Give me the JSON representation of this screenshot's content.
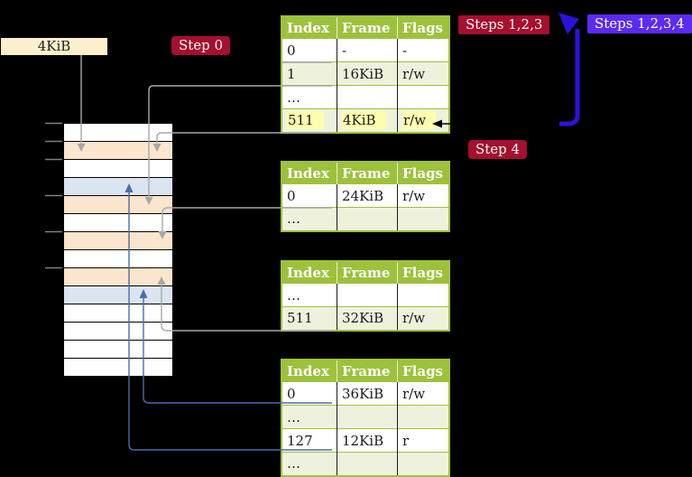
{
  "labels": {
    "page_size": "4KiB",
    "step0": "Step 0",
    "steps123": "Steps 1,2,3",
    "steps1234": "Steps 1,2,3,4",
    "step4": "Step 4"
  },
  "colors": {
    "badge-red": "#a60f2d",
    "badge-blue": "#5b2bf2",
    "loop-arrow-blue": "#2a12dc",
    "table-header-green": "#9cc23c",
    "table-row-green": "#eef2dd",
    "highlight-yellow": "#fdfdae",
    "label-cream": "#fcf0cf",
    "mem-peach": "#fce5cd",
    "mem-blue": "#dbe5f2",
    "connector-gray": "#a8a8a8",
    "connector-blue": "#4a6da8"
  },
  "memory_strip": {
    "rows": [
      "white",
      "peach",
      "white",
      "blue",
      "peach",
      "white",
      "peach",
      "white",
      "peach",
      "blue",
      "white",
      "white",
      "white",
      "white"
    ]
  },
  "tables": [
    {
      "name": "page-table-1",
      "headers": [
        "Index",
        "Frame",
        "Flags"
      ],
      "rows": [
        {
          "cells": [
            "0",
            "-",
            "-"
          ],
          "shade": "white",
          "highlight": false
        },
        {
          "cells": [
            "1",
            "16KiB",
            "r/w"
          ],
          "shade": "green",
          "highlight": false
        },
        {
          "cells": [
            "…",
            "",
            ""
          ],
          "shade": "white",
          "highlight": false
        },
        {
          "cells": [
            "511",
            "4KiB",
            "r/w"
          ],
          "shade": "green",
          "highlight": true
        }
      ]
    },
    {
      "name": "page-table-2",
      "headers": [
        "Index",
        "Frame",
        "Flags"
      ],
      "rows": [
        {
          "cells": [
            "0",
            "24KiB",
            "r/w"
          ],
          "shade": "white",
          "highlight": false
        },
        {
          "cells": [
            "…",
            "",
            ""
          ],
          "shade": "green",
          "highlight": false
        }
      ]
    },
    {
      "name": "page-table-3",
      "headers": [
        "Index",
        "Frame",
        "Flags"
      ],
      "rows": [
        {
          "cells": [
            "…",
            "",
            ""
          ],
          "shade": "white",
          "highlight": false
        },
        {
          "cells": [
            "511",
            "32KiB",
            "r/w"
          ],
          "shade": "green",
          "highlight": false
        }
      ]
    },
    {
      "name": "page-table-4",
      "headers": [
        "Index",
        "Frame",
        "Flags"
      ],
      "rows": [
        {
          "cells": [
            "0",
            "36KiB",
            "r/w"
          ],
          "shade": "white",
          "highlight": false
        },
        {
          "cells": [
            "…",
            "",
            ""
          ],
          "shade": "green",
          "highlight": false
        },
        {
          "cells": [
            "127",
            "12KiB",
            "r"
          ],
          "shade": "white",
          "highlight": false
        },
        {
          "cells": [
            "…",
            "",
            ""
          ],
          "shade": "green",
          "highlight": false
        }
      ]
    }
  ]
}
